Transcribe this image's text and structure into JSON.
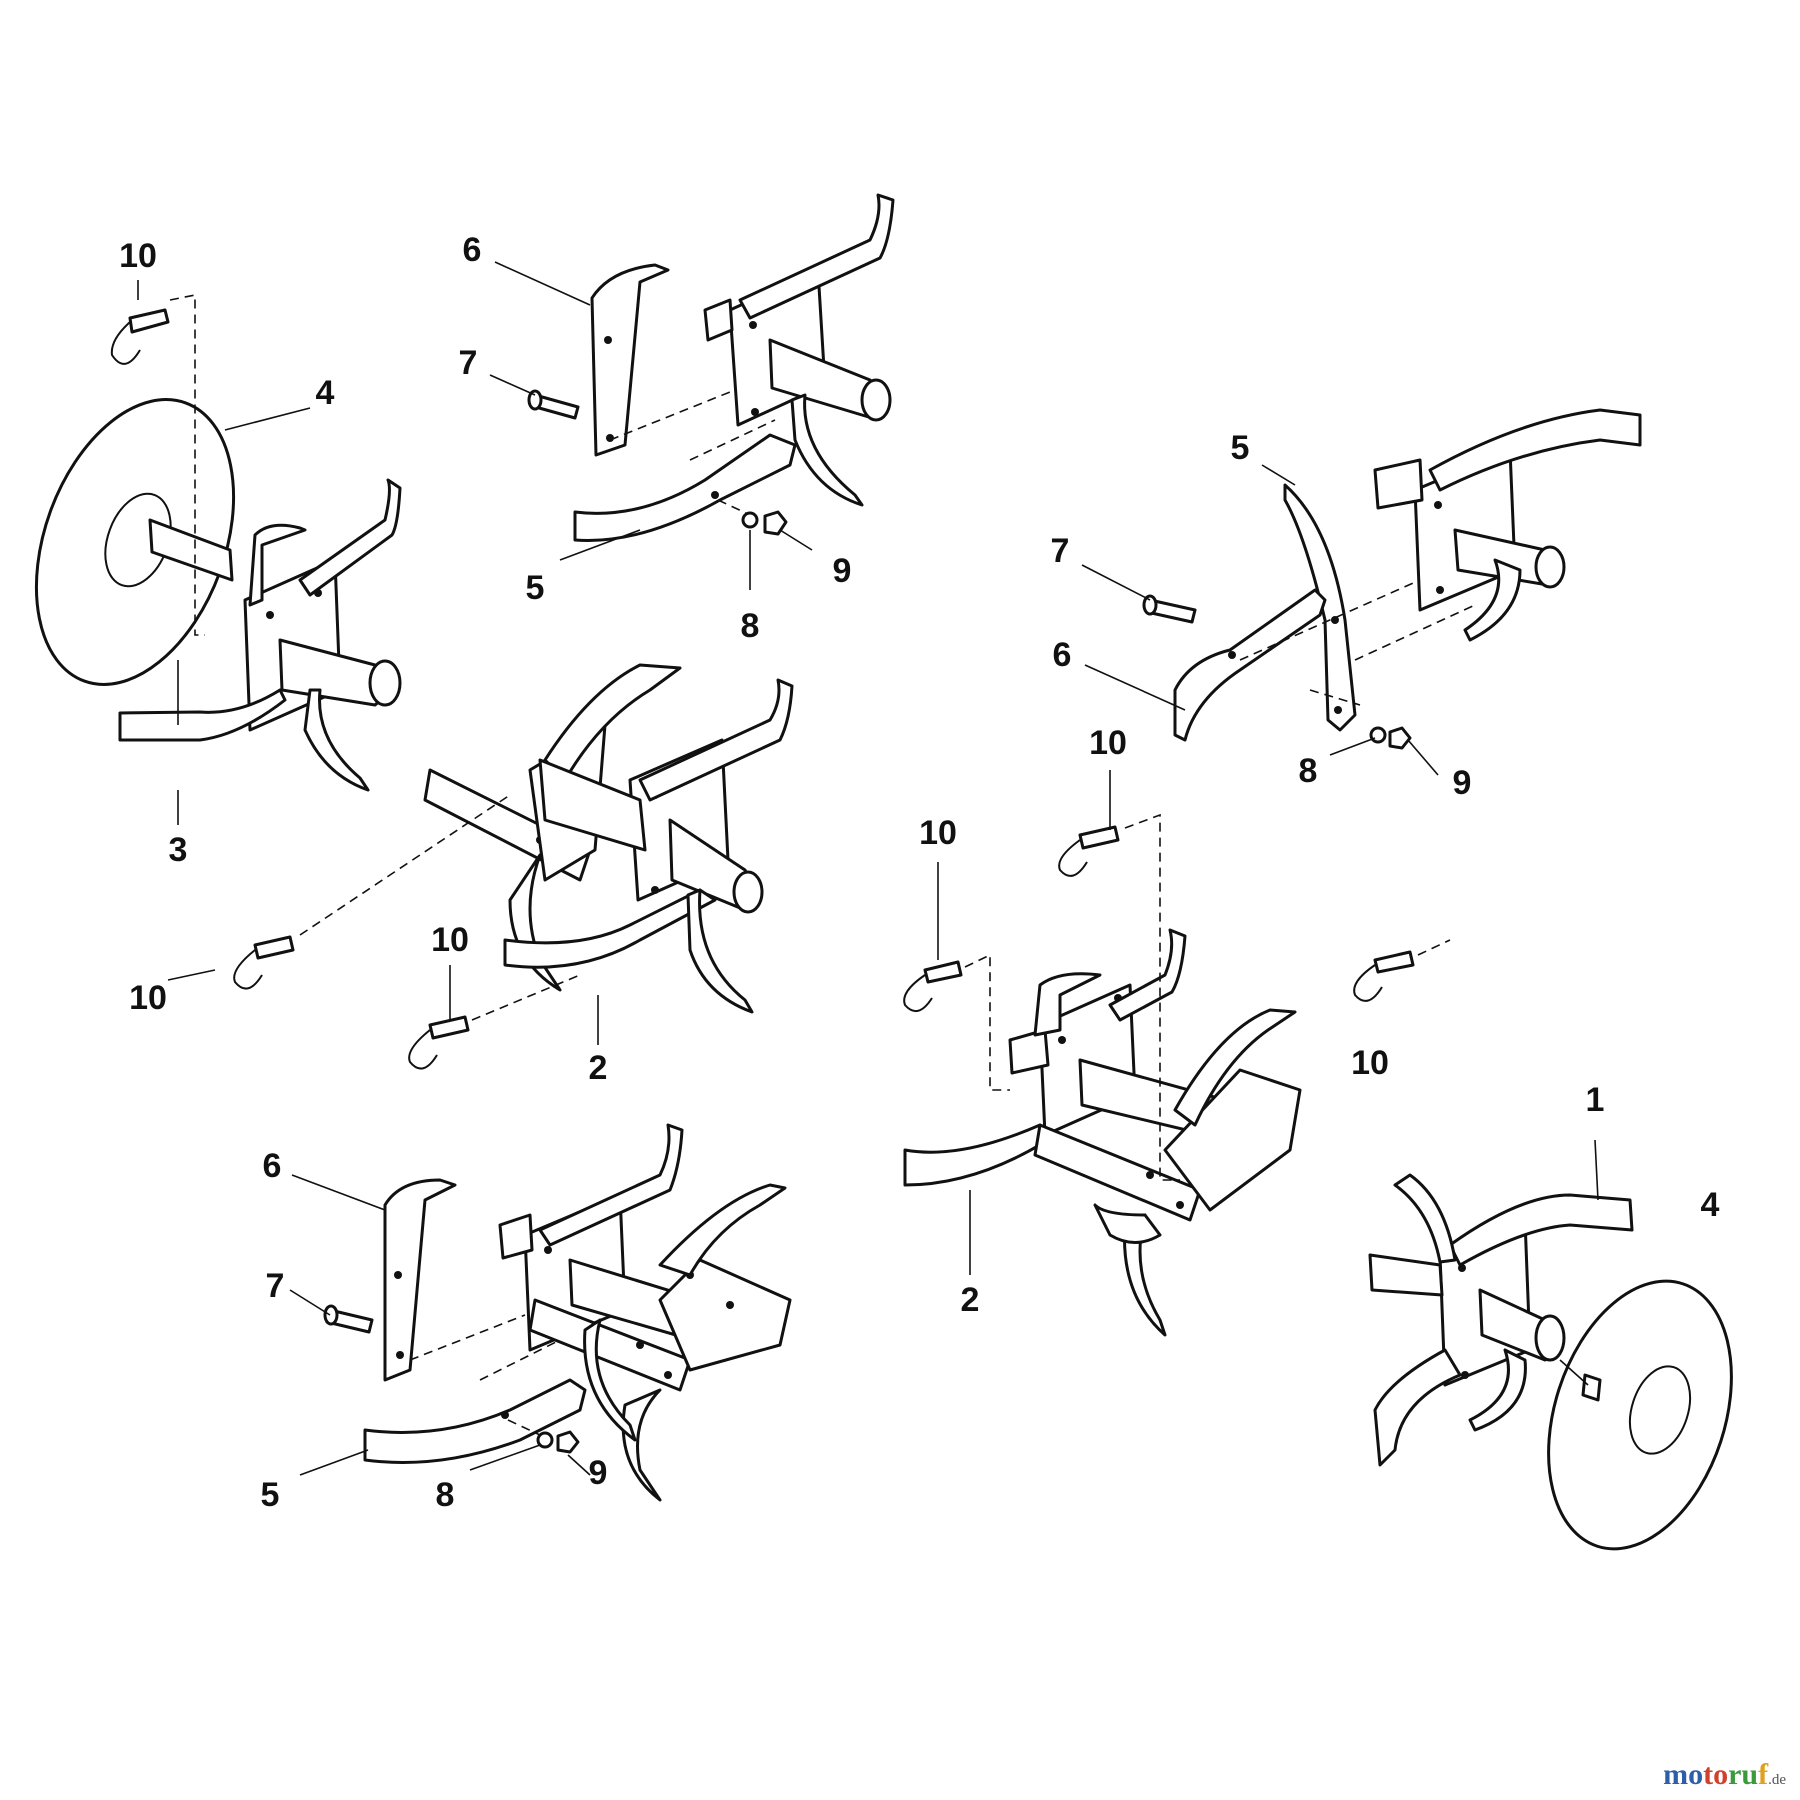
{
  "diagram": {
    "labels": {
      "a10": "10",
      "a4": "4",
      "a3": "3",
      "b6": "6",
      "b7": "7",
      "b5": "5",
      "b8": "8",
      "b9": "9",
      "c10": "10",
      "c10b": "10",
      "c2": "2",
      "d5": "5",
      "d7": "7",
      "d6": "6",
      "d8": "8",
      "d9": "9",
      "e10": "10",
      "e10b": "10",
      "e2": "2",
      "e10c": "10",
      "f1": "1",
      "f4": "4",
      "g6": "6",
      "g7": "7",
      "g5": "5",
      "g8": "8",
      "g9": "9"
    }
  },
  "watermark": {
    "brand_1": "mo",
    "brand_2": "to",
    "brand_3": "ru",
    "brand_4": "f",
    "tld": ".de"
  }
}
